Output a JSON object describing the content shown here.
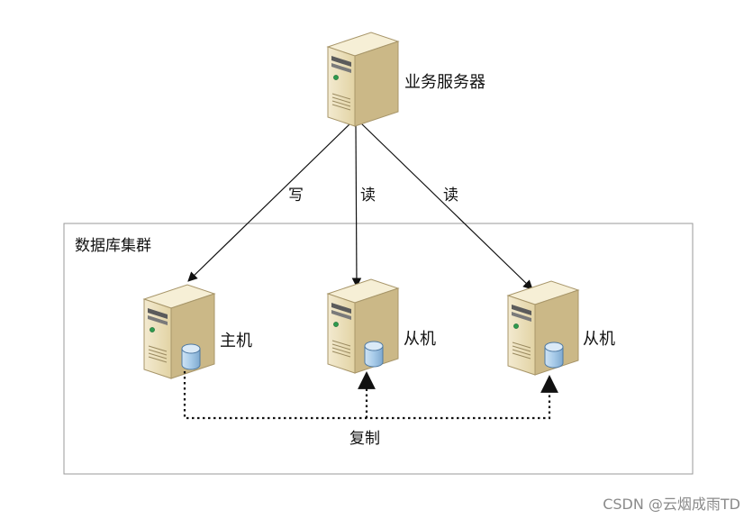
{
  "nodes": {
    "app_server": {
      "label": "业务服务器"
    },
    "master": {
      "label": "主机"
    },
    "slave_1": {
      "label": "从机"
    },
    "slave_2": {
      "label": "从机"
    }
  },
  "cluster": {
    "label": "数据库集群"
  },
  "edges": {
    "write": "写",
    "read_1": "读",
    "read_2": "读",
    "replication": "复制"
  },
  "watermark": "CSDN @云烟成雨TD",
  "colors": {
    "server_body": "#ede0b8",
    "server_side": "#c8b582",
    "server_top": "#f6efd6",
    "db_blue": "#9cc4e6",
    "border": "#999999"
  }
}
